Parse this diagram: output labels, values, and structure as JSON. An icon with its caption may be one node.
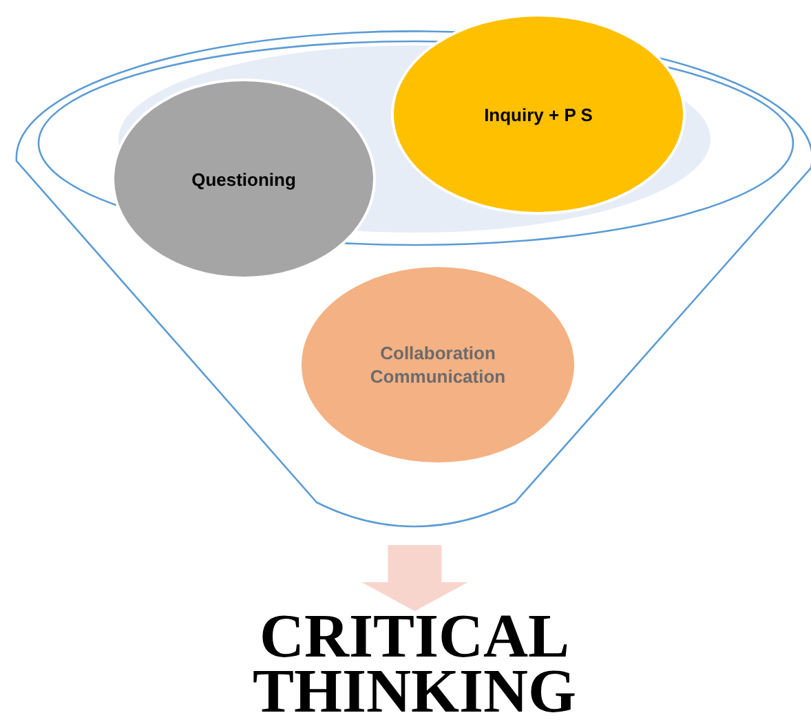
{
  "diagram": {
    "nodes": [
      {
        "text": [],
        "shape": "funnel"
      },
      {
        "text": [
          "Questioning"
        ],
        "in": 0
      },
      {
        "text": [
          "Inquiry + P S"
        ]
      },
      {
        "text": [
          "Collaboration Communication"
        ],
        "in": 0
      },
      {
        "text": [
          "CRITICAL THINKING"
        ]
      }
    ],
    "edges": [
      {
        "from": 0,
        "to": 4,
        "arrow": "to",
        "style": "thick",
        "color": "#f8d5cc"
      }
    ]
  }
}
